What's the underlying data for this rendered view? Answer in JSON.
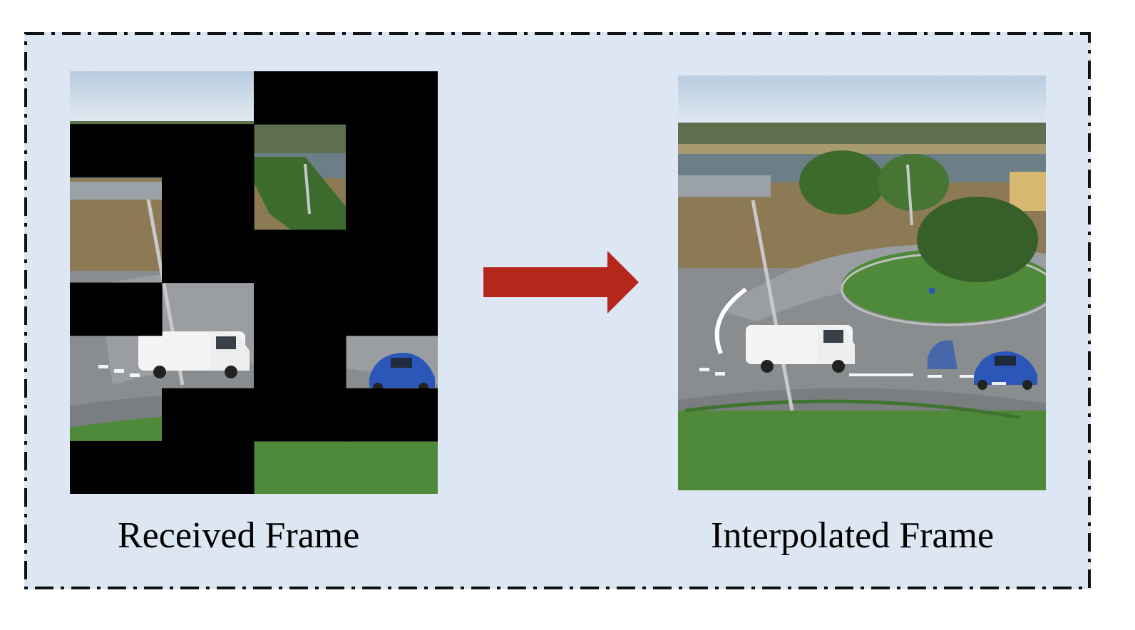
{
  "captions": {
    "received": "Received Frame",
    "interpolated": "Interpolated Frame"
  },
  "colors": {
    "panel_background": "#dde7f3",
    "border": "#111111",
    "arrow": "#b5261b",
    "missing_block": "#000000",
    "sky": "#c9d8e6",
    "grass": "#4f8a3a",
    "road": "#8a8d90",
    "van": "#f4f4f4",
    "car": "#2b57b8"
  },
  "received_frame": {
    "grid_columns": 4,
    "grid_rows": 8,
    "missing_blocks": [
      [
        0,
        2
      ],
      [
        0,
        3
      ],
      [
        1,
        0
      ],
      [
        1,
        1
      ],
      [
        1,
        3
      ],
      [
        2,
        1
      ],
      [
        2,
        3
      ],
      [
        3,
        1
      ],
      [
        3,
        2
      ],
      [
        3,
        3
      ],
      [
        4,
        0
      ],
      [
        4,
        2
      ],
      [
        4,
        3
      ],
      [
        5,
        2
      ],
      [
        6,
        1
      ],
      [
        6,
        2
      ],
      [
        6,
        3
      ],
      [
        7,
        0
      ],
      [
        7,
        1
      ]
    ]
  },
  "icons": {
    "arrow": "right-arrow-icon"
  }
}
